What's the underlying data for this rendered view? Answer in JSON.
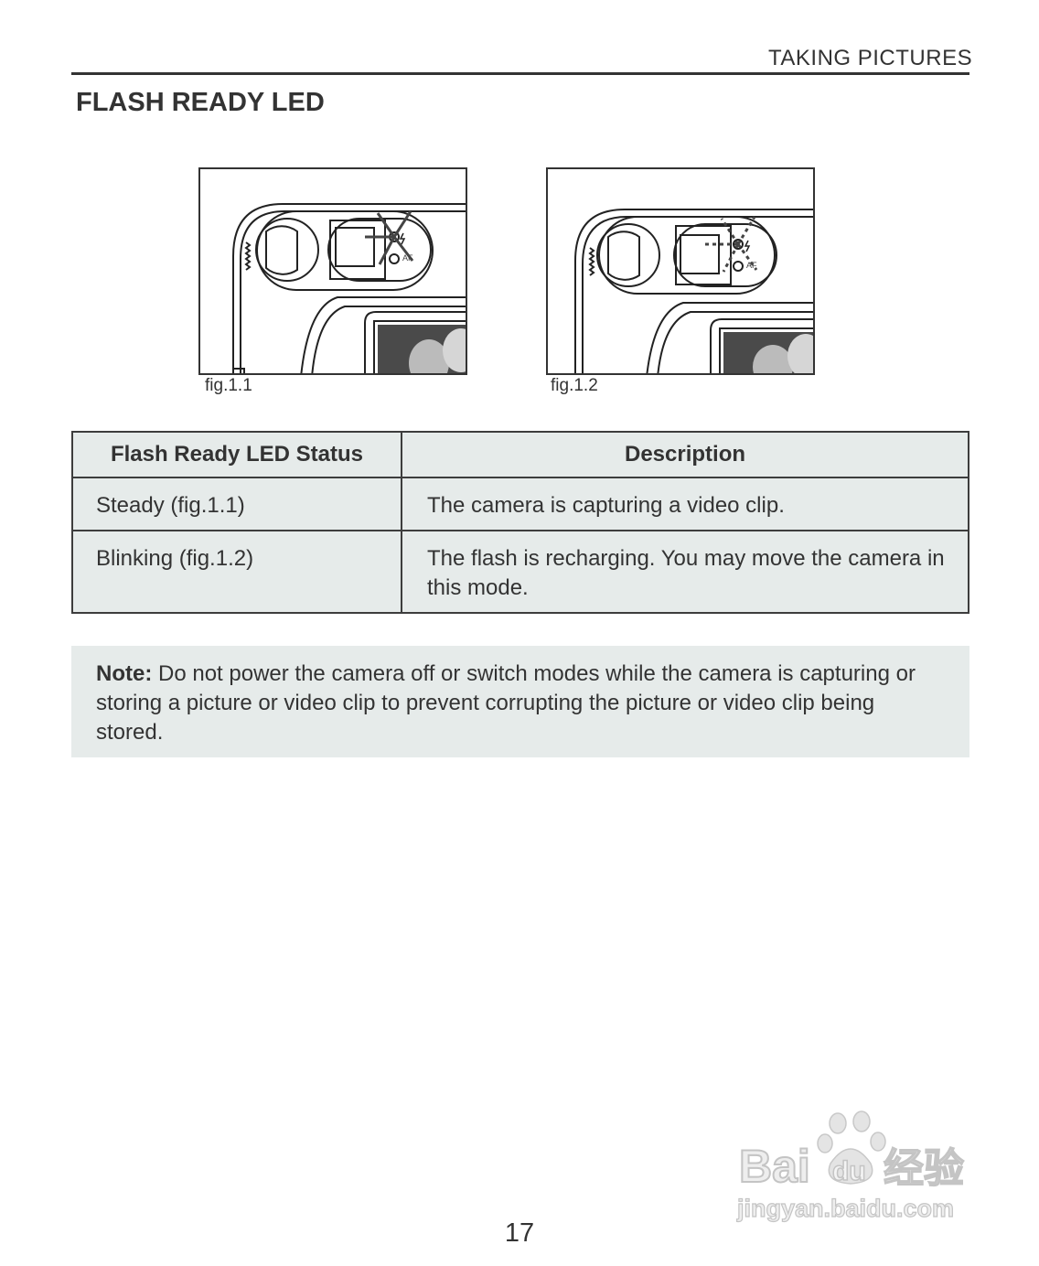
{
  "header": {
    "section": "TAKING PICTURES"
  },
  "title": "FLASH READY LED",
  "figures": [
    {
      "caption": "fig.1.1",
      "led_state": "steady",
      "led_label": "AF"
    },
    {
      "caption": "fig.1.2",
      "led_state": "blinking",
      "led_label": "AF"
    }
  ],
  "table": {
    "headers": [
      "Flash Ready LED Status",
      "Description"
    ],
    "rows": [
      {
        "status": "Steady (fig.1.1)",
        "description": "The camera is capturing a video clip."
      },
      {
        "status": "Blinking (fig.1.2)",
        "description": "The flash is recharging. You may move the camera in this mode."
      }
    ]
  },
  "note": {
    "label": "Note:",
    "text": " Do not power the camera off or switch modes while the camera is capturing or storing a picture or video clip to prevent corrupting the picture or video clip being stored."
  },
  "page_number": "17",
  "watermark": {
    "brand": "Bai",
    "brand2": "du",
    "cn": "经验",
    "url": "jingyan.baidu.com"
  },
  "colors": {
    "table_bg": "#e6ebea",
    "text": "#333333",
    "rule": "#333333"
  }
}
